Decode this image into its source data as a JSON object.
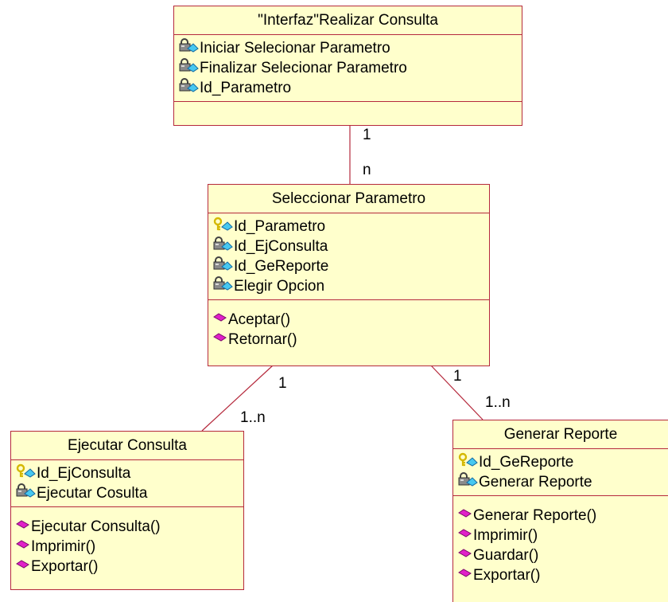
{
  "classes": {
    "interfaz": {
      "name": "\"Interfaz\"Realizar Consulta",
      "attributes": [
        {
          "icon": "protected-attribute-icon",
          "text": "Iniciar Selecionar Parametro"
        },
        {
          "icon": "protected-attribute-icon",
          "text": "Finalizar Selecionar Parametro"
        },
        {
          "icon": "protected-attribute-icon",
          "text": "Id_Parametro"
        }
      ],
      "operations": []
    },
    "seleccionar": {
      "name": "Seleccionar Parametro",
      "attributes": [
        {
          "icon": "key-attribute-icon",
          "text": "Id_Parametro"
        },
        {
          "icon": "protected-attribute-icon",
          "text": "Id_EjConsulta"
        },
        {
          "icon": "protected-attribute-icon",
          "text": "Id_GeReporte"
        },
        {
          "icon": "protected-attribute-icon",
          "text": "Elegir Opcion"
        }
      ],
      "operations": [
        {
          "icon": "public-operation-icon",
          "text": "Aceptar()"
        },
        {
          "icon": "public-operation-icon",
          "text": "Retornar()"
        }
      ]
    },
    "ejecutar": {
      "name": "Ejecutar Consulta",
      "attributes": [
        {
          "icon": "key-attribute-icon",
          "text": "Id_EjConsulta"
        },
        {
          "icon": "protected-attribute-icon",
          "text": "Ejecutar Cosulta"
        }
      ],
      "operations": [
        {
          "icon": "public-operation-icon",
          "text": "Ejecutar Consulta()"
        },
        {
          "icon": "public-operation-icon",
          "text": "Imprimir()"
        },
        {
          "icon": "public-operation-icon",
          "text": "Exportar()"
        }
      ]
    },
    "generar": {
      "name": "Generar Reporte",
      "attributes": [
        {
          "icon": "key-attribute-icon",
          "text": "Id_GeReporte"
        },
        {
          "icon": "protected-attribute-icon",
          "text": "Generar Reporte"
        }
      ],
      "operations": [
        {
          "icon": "public-operation-icon",
          "text": "Generar Reporte()"
        },
        {
          "icon": "public-operation-icon",
          "text": "Imprimir()"
        },
        {
          "icon": "public-operation-icon",
          "text": "Guardar()"
        },
        {
          "icon": "public-operation-icon",
          "text": "Exportar()"
        }
      ]
    }
  },
  "associations": [
    {
      "from": "interfaz",
      "to": "seleccionar",
      "from_mult": "1",
      "to_mult": "n"
    },
    {
      "from": "seleccionar",
      "to": "ejecutar",
      "from_mult": "1",
      "to_mult": "1..n"
    },
    {
      "from": "seleccionar",
      "to": "generar",
      "from_mult": "1",
      "to_mult": "1..n"
    }
  ],
  "colors": {
    "box_fill": "#ffffcc",
    "box_border": "#b5293c",
    "connector": "#b5293c",
    "operation_icon": "#e020c8",
    "key_icon": "#d4b800",
    "attribute_icon": "#46c8f0"
  }
}
